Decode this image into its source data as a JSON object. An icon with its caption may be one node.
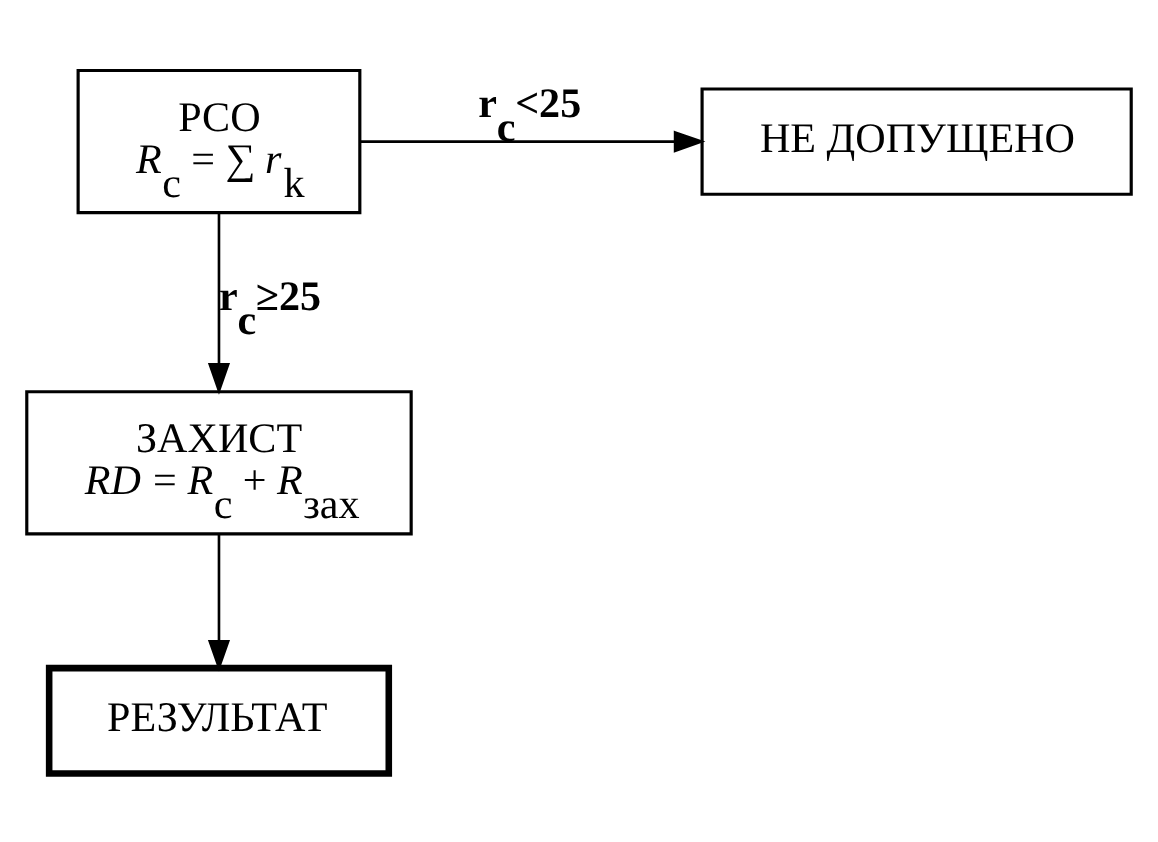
{
  "diagram": {
    "nodes": [
      {
        "text": [
          "НЕ ДОПУЩЕНО"
        ]
      },
      {
        "text": [
          "РСО",
          "*R*$_{c}$ = ∑ *r*$_{k}$"
        ]
      },
      {
        "text": [
          "ЗАХИСТ",
          "*RD* = *R*$_{c}$ + *R*$_{зах}$"
        ]
      },
      {
        "text": [
          "РЕЗУЛЬТАТ"
        ]
      }
    ],
    "edges": [
      {
        "from": 1,
        "to": 0,
        "arrow": "to",
        "label": "r$_{c}$<25"
      },
      {
        "from": 1,
        "to": 2,
        "arrow": "to",
        "label": "r$_{c}$≥25"
      },
      {
        "from": 2,
        "to": 3,
        "arrow": "to"
      }
    ]
  }
}
